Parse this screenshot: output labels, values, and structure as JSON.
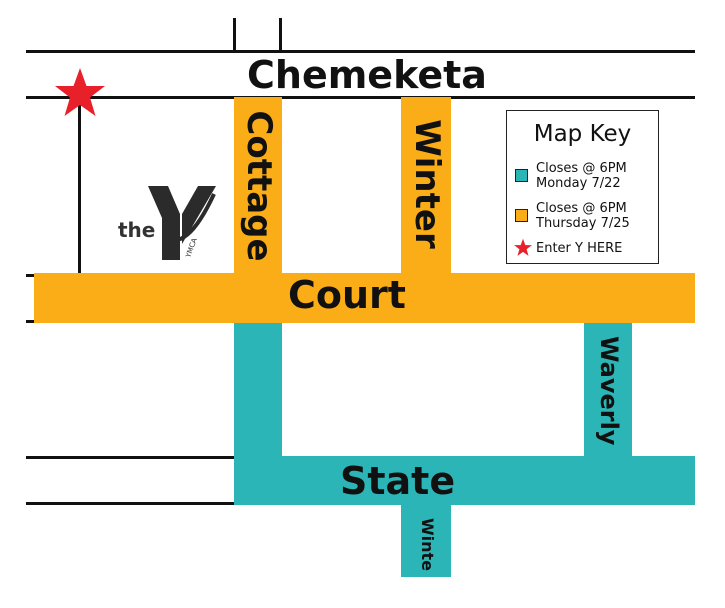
{
  "streets": {
    "chemeketa": "Chemeketa",
    "cottage": "Cottage",
    "winter": "Winter",
    "court": "Court",
    "state": "State",
    "waverly": "Waverly",
    "winter_south": "Winte"
  },
  "map_key": {
    "title": "Map Key",
    "items": [
      {
        "line1": "Closes @ 6PM",
        "line2": "Monday 7/22",
        "color": "#2cb5b6"
      },
      {
        "line1": "Closes @ 6PM",
        "line2": "Thursday 7/25",
        "color": "#fbad18"
      },
      {
        "line1": "Enter Y HERE",
        "color": "#e8202a"
      }
    ]
  },
  "logo": {
    "wordmark": "the",
    "letter": "Y",
    "subtext": "YMCA"
  },
  "colors": {
    "orange": "#fbad18",
    "teal": "#2cb5b6",
    "star": "#e8202a",
    "line": "#111111"
  }
}
